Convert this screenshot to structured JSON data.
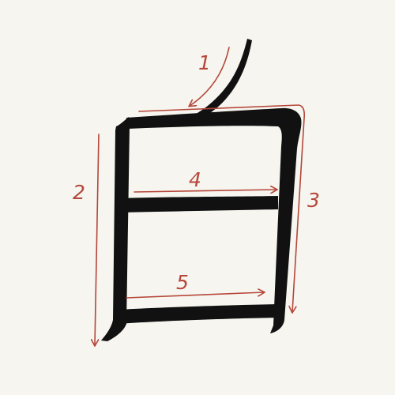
{
  "character": "白",
  "colors": {
    "background": "#f6f5ef",
    "ink": "#111111",
    "guide": "#b5463a"
  },
  "strokes": [
    {
      "order": "1",
      "direction": "down-left"
    },
    {
      "order": "2",
      "direction": "down"
    },
    {
      "order": "3",
      "direction": "right-then-down"
    },
    {
      "order": "4",
      "direction": "right"
    },
    {
      "order": "5",
      "direction": "right"
    }
  ]
}
